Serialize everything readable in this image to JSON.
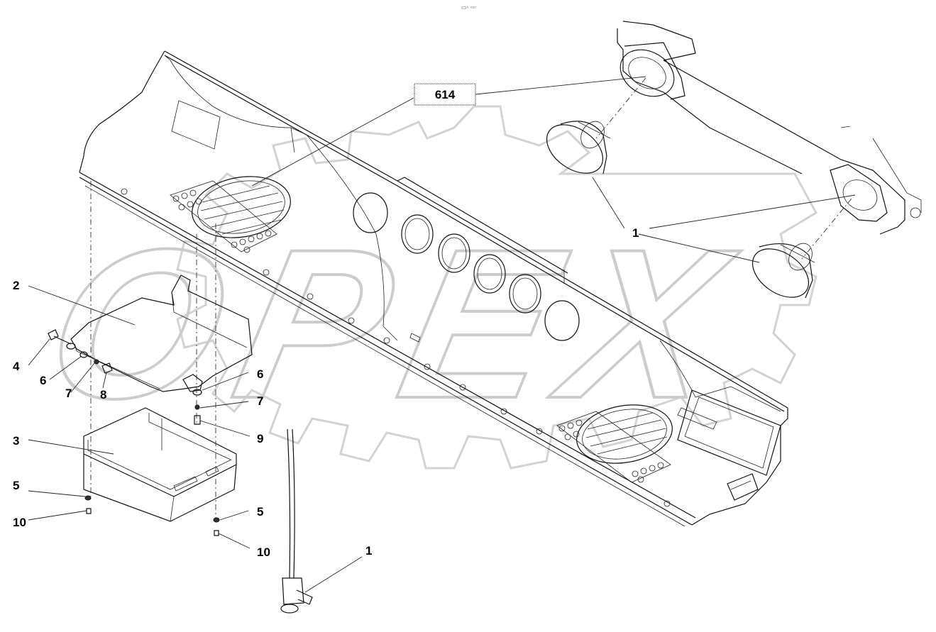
{
  "header": {
    "mark": "▭▫ ▫▫▫"
  },
  "reference": {
    "label": "614"
  },
  "watermark": {
    "text": "OPEX"
  },
  "callouts": [
    {
      "id": "c1a",
      "label": "1"
    },
    {
      "id": "c1b",
      "label": "1"
    },
    {
      "id": "c2",
      "label": "2"
    },
    {
      "id": "c3",
      "label": "3"
    },
    {
      "id": "c4",
      "label": "4"
    },
    {
      "id": "c5a",
      "label": "5"
    },
    {
      "id": "c5b",
      "label": "5"
    },
    {
      "id": "c6a",
      "label": "6"
    },
    {
      "id": "c6b",
      "label": "6"
    },
    {
      "id": "c7a",
      "label": "7"
    },
    {
      "id": "c7b",
      "label": "7"
    },
    {
      "id": "c8",
      "label": "8"
    },
    {
      "id": "c9",
      "label": "9"
    },
    {
      "id": "c10a",
      "label": "10"
    },
    {
      "id": "c10b",
      "label": "10"
    }
  ]
}
